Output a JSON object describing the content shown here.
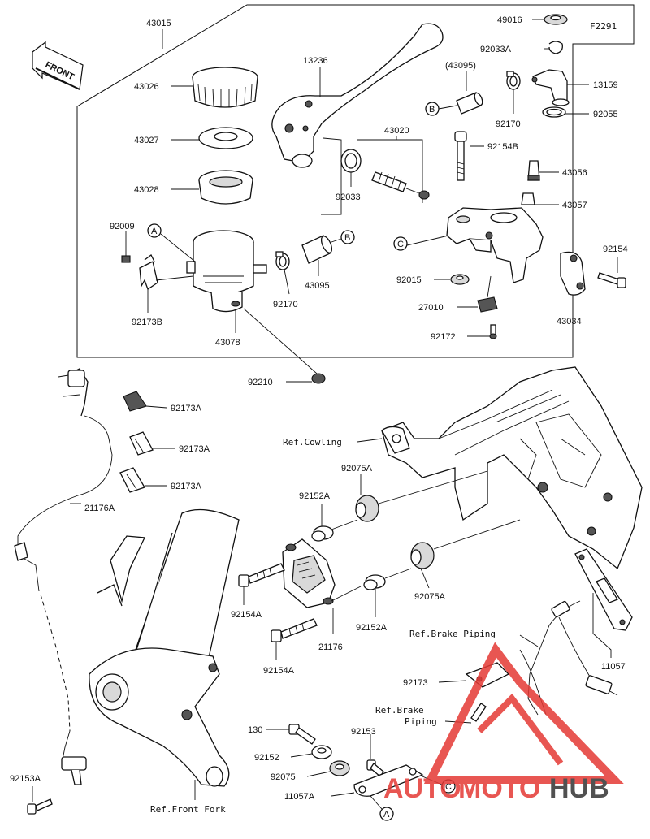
{
  "diagram_code": "F2291",
  "front_label": "FRONT",
  "refs": {
    "A": "A",
    "B": "B",
    "C": "C"
  },
  "parts": {
    "p43015": "43015",
    "p43026": "43026",
    "p43027": "43027",
    "p43028": "43028",
    "p92009": "92009",
    "p92173B": "92173B",
    "p43078": "43078",
    "p92170a": "92170",
    "p43095a": "43095",
    "p13236": "13236",
    "p43020": "43020",
    "p92033": "92033",
    "p49016": "49016",
    "p92033A": "92033A",
    "p43095b": "(43095)",
    "p13159": "13159",
    "p92170b": "92170",
    "p92055": "92055",
    "p92154B": "92154B",
    "p43056": "43056",
    "p43057": "43057",
    "p92154": "92154",
    "p92015": "92015",
    "p27010": "27010",
    "p43034": "43034",
    "p92172": "92172",
    "p92210": "92210",
    "p92173A1": "92173A",
    "p92173A2": "92173A",
    "p92173A3": "92173A",
    "p21176A": "21176A",
    "pRefCowling": "Ref.Cowling",
    "p92075A1": "92075A",
    "p92152A1": "92152A",
    "p92154A1": "92154A",
    "p92075A2": "92075A",
    "p92152A2": "92152A",
    "p21176": "21176",
    "p92154A2": "92154A",
    "pRefBrakePiping1": "Ref.Brake Piping",
    "p11057": "11057",
    "p92173": "92173",
    "pRefBrake": "Ref.Brake",
    "pPiping": "Piping",
    "p130": "130",
    "p92153": "92153",
    "p92152": "92152",
    "p92075": "92075",
    "p11057A": "11057A",
    "p92153A": "92153A",
    "pRefFrontFork": "Ref.Front Fork"
  },
  "watermark": {
    "part1": "AUTO",
    "part2": "MOTO",
    "part3": "HUB",
    "accent_color": "#e53935",
    "dark_color": "#333333"
  }
}
